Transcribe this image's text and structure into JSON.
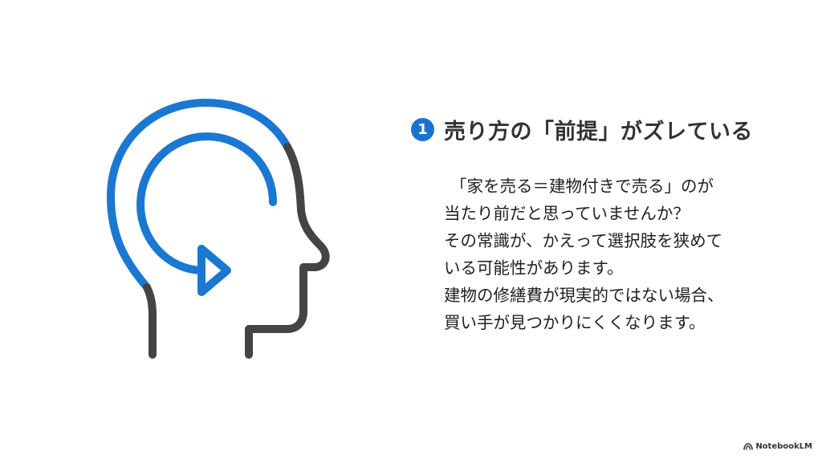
{
  "slide": {
    "heading": {
      "number": "1",
      "title": "売り方の「前提」がズレている"
    },
    "body_lines": [
      "「家を売る＝建物付きで売る」のが",
      "当たり前だと思っていませんか？",
      "その常識が、かえって選択肢を狭めて",
      "いる可能性があります。",
      "建物の修繕費が現実的ではない場合、",
      "買い手が見つかりにくくなります。"
    ],
    "illustration": {
      "icon": "head-with-circular-arrow-icon",
      "accent_color": "#1a78d2",
      "outline_color": "#444444"
    }
  },
  "watermark": {
    "icon": "notebooklm-logo-icon",
    "label": "NotebookLM"
  },
  "colors": {
    "background": "#ffffff",
    "badge": "#1a73d0",
    "heading_text": "#333333",
    "body_text": "#1f1f1f"
  }
}
